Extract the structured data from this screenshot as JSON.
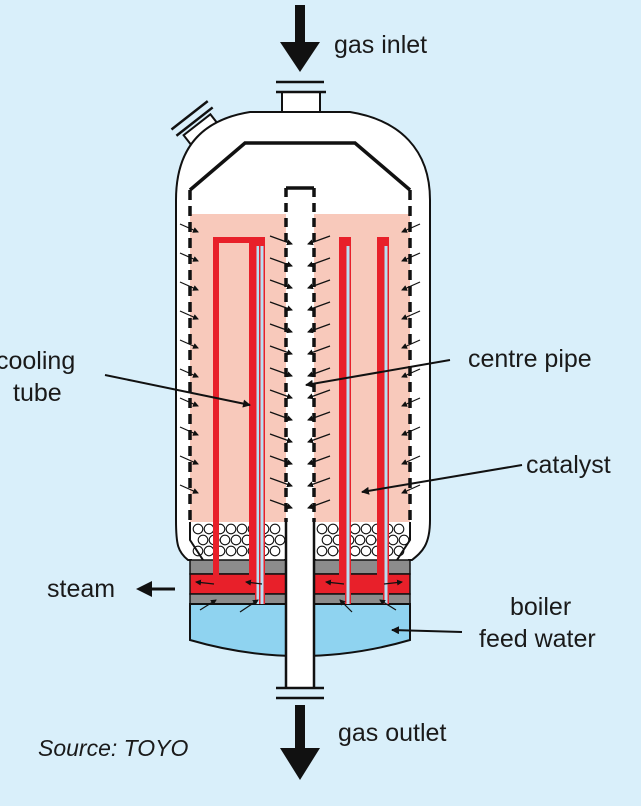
{
  "labels": {
    "gas_inlet": "gas inlet",
    "cooling_tube_line1": "cooling",
    "cooling_tube_line2": "tube",
    "centre_pipe": "centre pipe",
    "catalyst": "catalyst",
    "steam": "steam",
    "boiler_feed_water_line1": "boiler",
    "boiler_feed_water_line2": "feed water",
    "gas_outlet": "gas outlet",
    "source": "Source: TOYO"
  },
  "colors": {
    "background": "#d9effa",
    "catalyst": "#f8c9bb",
    "cooling_tube": "#e8202a",
    "water": "#8fd3f0",
    "tube_inner": "#b9dff2",
    "grey_plate": "#8c8c8c",
    "outline": "#111111"
  }
}
